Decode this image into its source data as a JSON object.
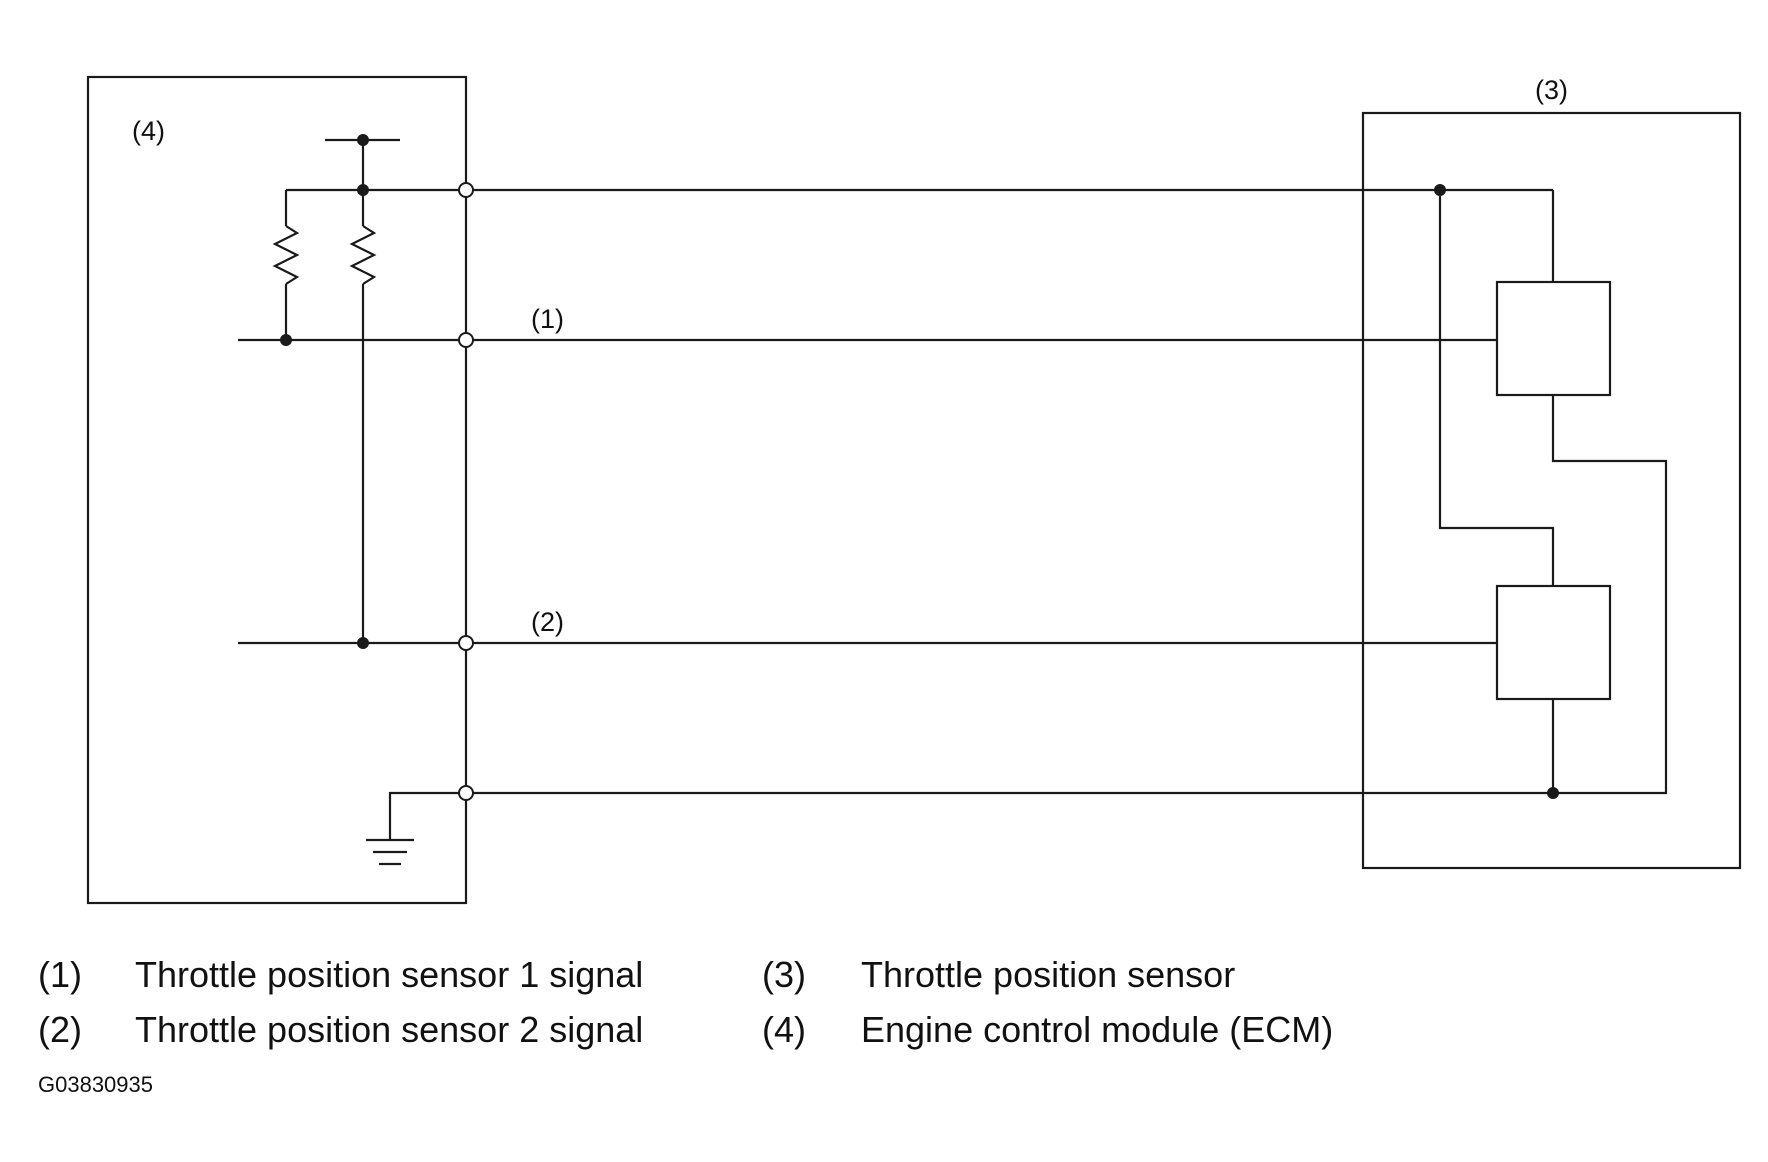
{
  "diagram": {
    "label_4": "(4)",
    "label_3": "(3)",
    "label_1": "(1)",
    "label_2": "(2)"
  },
  "legend": [
    {
      "num": "(1)",
      "text": "Throttle position sensor 1 signal"
    },
    {
      "num": "(2)",
      "text": "Throttle position sensor 2 signal"
    },
    {
      "num": "(3)",
      "text": "Throttle position sensor"
    },
    {
      "num": "(4)",
      "text": "Engine control module (ECM)"
    }
  ],
  "figure_code": "G03830935"
}
